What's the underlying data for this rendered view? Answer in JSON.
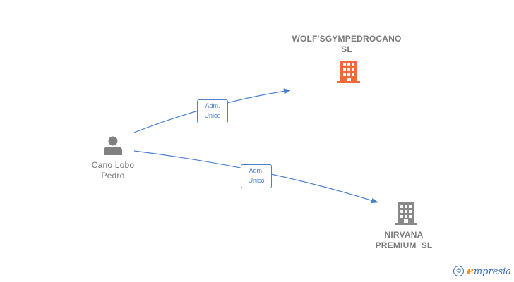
{
  "nodes": {
    "person": {
      "name_line1": "Cano Lobo",
      "name_line2": "Pedro",
      "icon": "person-icon"
    },
    "company_top": {
      "name_line1": "WOLF'SGYMPEDROCANO",
      "name_line2": "SL",
      "icon": "building-icon",
      "color": "#f26a3a"
    },
    "company_bottom": {
      "name_line1": "NIRVANA",
      "name_line2": "PREMIUM  SL",
      "icon": "building-icon",
      "color": "#888888"
    }
  },
  "edges": [
    {
      "from": "person",
      "to": "company_top",
      "label_line1": "Adm.",
      "label_line2": "Unico"
    },
    {
      "from": "person",
      "to": "company_bottom",
      "label_line1": "Adm.",
      "label_line2": "Unico"
    }
  ],
  "colors": {
    "edge": "#4a7fd0",
    "person_icon": "#808080"
  },
  "brand": {
    "symbol": "©",
    "initial": "e",
    "rest": "mpresia"
  }
}
